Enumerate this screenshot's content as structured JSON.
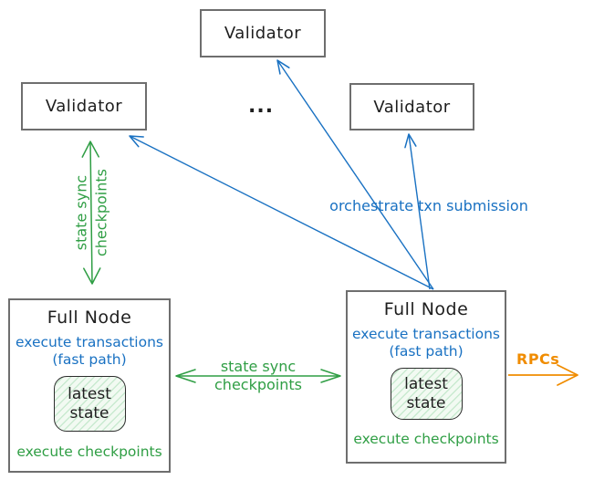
{
  "validators": {
    "top": {
      "label": "Validator"
    },
    "left": {
      "label": "Validator"
    },
    "right": {
      "label": "Validator"
    }
  },
  "ellipsis": "...",
  "full_nodes": {
    "left": {
      "title": "Full Node",
      "exec_transactions": "execute transactions",
      "fast_path": "(fast path)",
      "latest_state_line1": "latest",
      "latest_state_line2": "state",
      "exec_checkpoints": "execute checkpoints"
    },
    "right": {
      "title": "Full Node",
      "exec_transactions": "execute transactions",
      "fast_path": "(fast path)",
      "latest_state_line1": "latest",
      "latest_state_line2": "state",
      "exec_checkpoints": "execute checkpoints"
    }
  },
  "edges": {
    "state_sync_left": {
      "line1": "state sync",
      "line2": "checkpoints"
    },
    "state_sync_middle": {
      "line1": "state sync",
      "line2": "checkpoints"
    },
    "orchestrate_label": "orchestrate txn submission",
    "rpc_label": "RPCs"
  },
  "colors": {
    "green": "#2f9e44",
    "blue": "#1971c2",
    "orange": "#f08c00",
    "ink": "#1e1e1e",
    "border": "#6e6e6e"
  }
}
